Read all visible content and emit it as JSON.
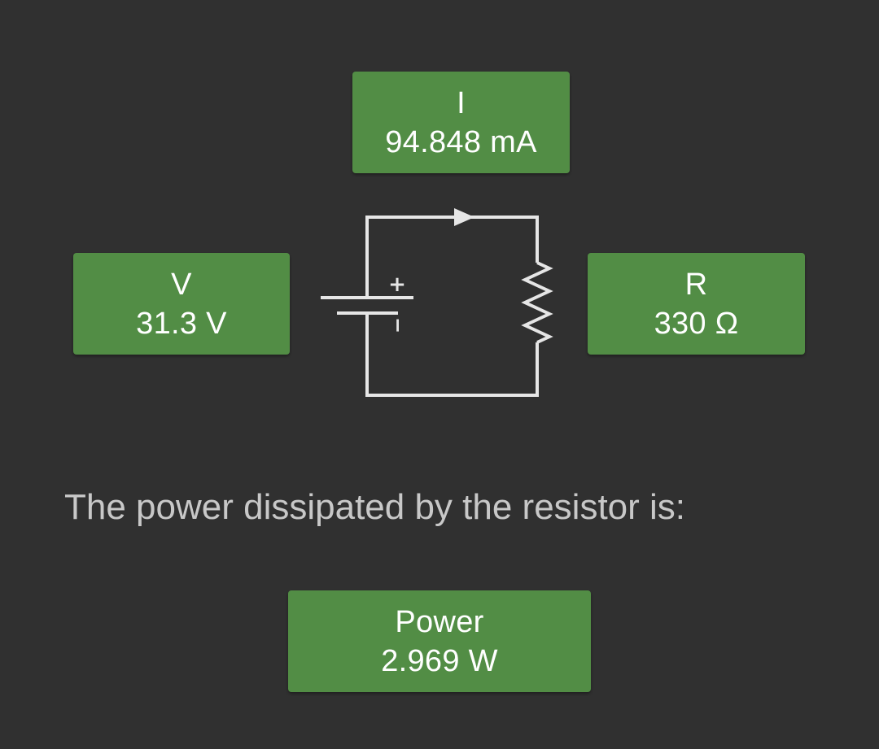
{
  "current": {
    "label": "I",
    "value": "94.848 mA"
  },
  "voltage": {
    "label": "V",
    "value": "31.3 V"
  },
  "resistance": {
    "label": "R",
    "value": "330 Ω"
  },
  "question_text": "The power dissipated by the resistor is:",
  "power": {
    "label": "Power",
    "value": "2.969 W"
  },
  "battery": {
    "positive_symbol": "+",
    "negative_symbol": "−"
  },
  "colors": {
    "background": "#303030",
    "box_fill": "#528d45",
    "box_text": "#ffffff",
    "wire": "#e6e6e6",
    "question_text": "#c8c8c8"
  }
}
